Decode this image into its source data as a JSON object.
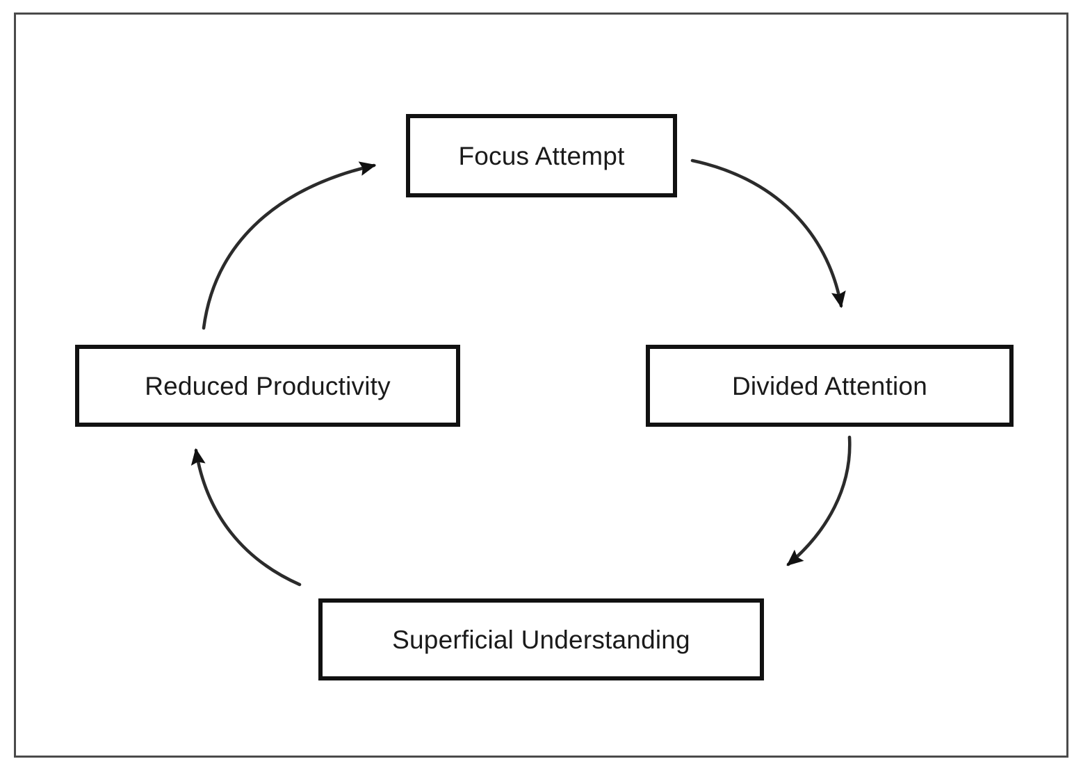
{
  "diagram": {
    "type": "cycle-flowchart",
    "title": "",
    "background_color": "#ffffff",
    "frame": {
      "border_color": "#4a4a4a",
      "fill_color": "#ffffff"
    },
    "node_style": {
      "border_color": "#111111",
      "fill_color": "#ffffff",
      "text_color": "#1a1a1a"
    },
    "nodes": [
      {
        "id": "focus-attempt",
        "label": "Focus Attempt",
        "position": "top"
      },
      {
        "id": "divided-attention",
        "label": "Divided Attention",
        "position": "right"
      },
      {
        "id": "superficial-understanding",
        "label": "Superficial Understanding",
        "position": "bottom"
      },
      {
        "id": "reduced-productivity",
        "label": "Reduced Productivity",
        "position": "left"
      }
    ],
    "edges": [
      {
        "id": "focus-to-divided",
        "from": "focus-attempt",
        "to": "divided-attention",
        "label": "",
        "style": "curved-arrow",
        "direction": "clockwise"
      },
      {
        "id": "divided-to-superficial",
        "from": "divided-attention",
        "to": "superficial-understanding",
        "label": "",
        "style": "curved-arrow",
        "direction": "clockwise"
      },
      {
        "id": "superficial-to-reduced",
        "from": "superficial-understanding",
        "to": "reduced-productivity",
        "label": "",
        "style": "curved-arrow",
        "direction": "clockwise"
      },
      {
        "id": "reduced-to-focus",
        "from": "reduced-productivity",
        "to": "focus-attempt",
        "label": "",
        "style": "curved-arrow",
        "direction": "clockwise"
      }
    ]
  }
}
